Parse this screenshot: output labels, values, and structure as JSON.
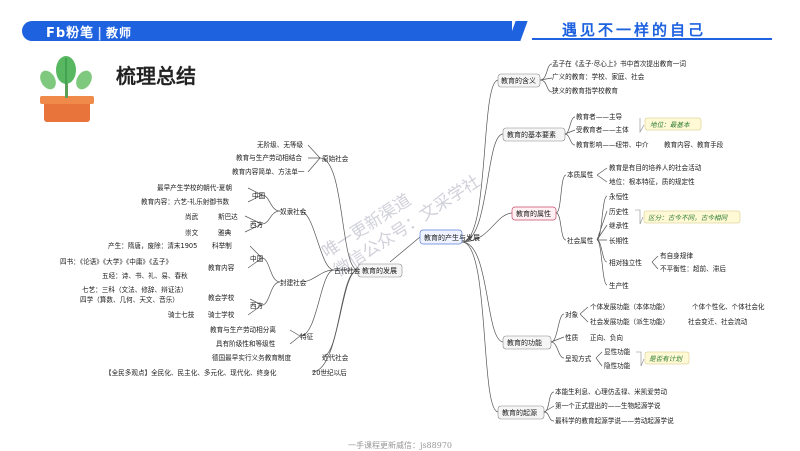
{
  "header": {
    "brand": "Fb粉笔",
    "brand_sub": "教师",
    "slogan": "遇见不一样的自己"
  },
  "page": {
    "title": "梳理总结"
  },
  "watermark": {
    "line1": "唯一更新渠道",
    "line2": "微信公众号：文采学社"
  },
  "footer": {
    "text": "一手课程更新威信：js88970"
  },
  "mindmap": {
    "center": "教育的产生与发展",
    "left": {
      "label": "教育的发展",
      "primitive": {
        "label": "原始社会",
        "items": [
          "无阶级、无等级",
          "教育与生产劳动相结合",
          "教育内容简单、方法单一"
        ]
      },
      "ancient": {
        "label": "古代社会",
        "slave": {
          "label": "奴隶社会",
          "china": {
            "label": "中国",
            "items": [
              "最早产生学校的朝代-夏朝",
              "教育内容：六艺-礼乐射御书数"
            ]
          },
          "west": {
            "label": "西方",
            "items": [
              "尚武",
              "斯巴达",
              "崇文",
              "雅典"
            ]
          }
        },
        "feudal": {
          "label": "封建社会",
          "china": {
            "label": "中国",
            "exam": "产生：隋唐，废除：清末1905",
            "exam_label": "科举制",
            "content_label": "教育内容",
            "four_books": "四书：《论语》《大学》《中庸》《孟子》",
            "five_classics": "五经：诗、书、礼、易、春秋"
          },
          "west": {
            "label": "西方",
            "church": "七艺：三科（文法、修辞、辩证法）四学（算数、几何、天文、音乐）",
            "church_line1": "七艺：三科（文法、修辞、辩证法）",
            "church_line2": "四学（算数、几何、天文、音乐）",
            "church_label": "教会学校",
            "knight_skills": "骑士七技",
            "knight_label": "骑士学校"
          }
        },
        "features": {
          "label": "特征",
          "items": [
            "教育与生产劳动相分离",
            "具有阶级性和等级性"
          ]
        }
      },
      "modern": {
        "label": "近代社会",
        "item": "德国最早实行义务教育制度"
      },
      "century20": {
        "label": "20世纪以后",
        "item": "【全民多观点】全民化、民主化、多元化、现代化、终身化"
      }
    },
    "right": {
      "meaning": {
        "label": "教育的含义",
        "items": [
          "孟子在《孟子·尽心上》书中首次提出教育一词",
          "广义的教育：学校、家庭、社会",
          "狭义的教育指学校教育"
        ]
      },
      "elements": {
        "label": "教育的基本要素",
        "items": [
          "教育者——主导",
          "受教育者——主体",
          "教育影响——纽带、中介"
        ],
        "tag": "地位：最基本",
        "means": "教育内容、教育手段"
      },
      "attribute": {
        "label": "教育的属性",
        "essence": {
          "label": "本质属性",
          "items": [
            "教育是有目的培养人的社会活动",
            "地位：根本特征，质的规定性"
          ]
        },
        "social": {
          "label": "社会属性",
          "items": [
            "永恒性",
            "历史性",
            "继承性",
            "长期性",
            "相对独立性",
            "生产性"
          ],
          "tag": "区分：古今不同，古今相同",
          "independence": [
            "有自身规律",
            "不平衡性：超前、滞后"
          ]
        }
      },
      "function": {
        "label": "教育的功能",
        "object": {
          "label": "对象",
          "items": [
            "个体发展功能（本体功能）",
            "社会发展功能（派生功能）"
          ],
          "sub": [
            "个体个性化、个体社会化",
            "社会变迁、社会流动"
          ]
        },
        "nature": {
          "label": "性质",
          "item": "正向、负向"
        },
        "form": {
          "label": "呈现方式",
          "items": [
            "显性功能",
            "隐性功能"
          ],
          "tag": "是否有计划"
        }
      },
      "origin": {
        "label": "教育的起源",
        "items": [
          "本能生利息、心理仿孟禄、米凯爱劳动",
          "第一个正式提出的——生物起源学说",
          "最科学的教育起源学说——劳动起源学说"
        ]
      }
    }
  }
}
